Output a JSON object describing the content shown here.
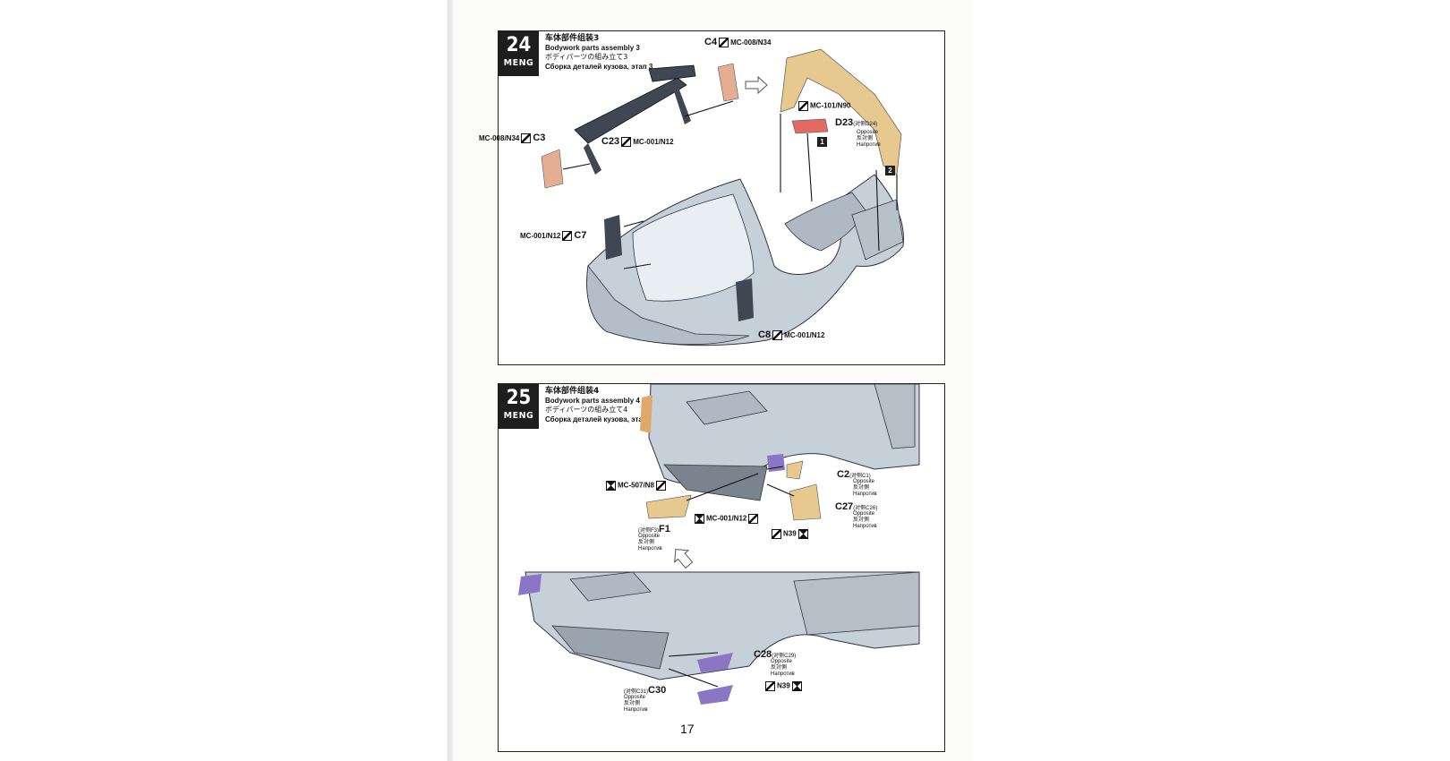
{
  "page_number": "17",
  "brand": "MENG",
  "steps": [
    {
      "number": "24",
      "title_zh": "车体部件组装3",
      "title_en": "Bodywork parts assembly 3",
      "title_jp": "ボディパーツの組み立て3",
      "title_ru": "Сборка деталей кузова, этап 3",
      "labels": {
        "c4_part": "C4",
        "c4_paint": "MC-008/N34",
        "c3_part": "C3",
        "c3_paint": "MC-008/N34",
        "c23_part": "C23",
        "c23_paint": "MC-001/N12",
        "d23_paint": "MC-101/N90",
        "d23_part": "D23",
        "d23_alt": "(对侧D24)",
        "opposite_en": "Opposite",
        "opposite_zh": "反対側",
        "opposite_ru": "Напротив",
        "c7_paint": "MC-001/N12",
        "c7_part": "C7",
        "c8_part": "C8",
        "c8_paint": "MC-001/N12",
        "seq1": "1",
        "seq2": "2"
      }
    },
    {
      "number": "25",
      "title_zh": "车体部件组装4",
      "title_en": "Bodywork parts assembly 4",
      "title_jp": "ボディパーツの組み立て4",
      "title_ru": "Сборка деталей кузова, этап 4",
      "labels": {
        "c2_part": "C2",
        "c2_alt": "(对侧C1)",
        "c27_part": "C27",
        "c27_alt": "(对侧C26)",
        "mc507": "MC-507/N8",
        "mc001": "MC-001/N12",
        "n39_a": "N39",
        "f1_alt": "(对侧F3)",
        "f1_part": "F1",
        "c28_part": "C28",
        "c28_alt": "(对侧C29)",
        "n39_b": "N39",
        "c30_alt": "(对侧C31)",
        "c30_part": "C30",
        "opposite_en": "Opposite",
        "opposite_zh": "反対側",
        "opposite_ru": "Напротив"
      }
    }
  ],
  "colors": {
    "body": "#c6d0d8",
    "dark_part": "#3e4752",
    "copper_part": "#e5ad92",
    "tan_part": "#e7c88f",
    "red_part": "#e26a61",
    "purple_part": "#8a76c4"
  }
}
